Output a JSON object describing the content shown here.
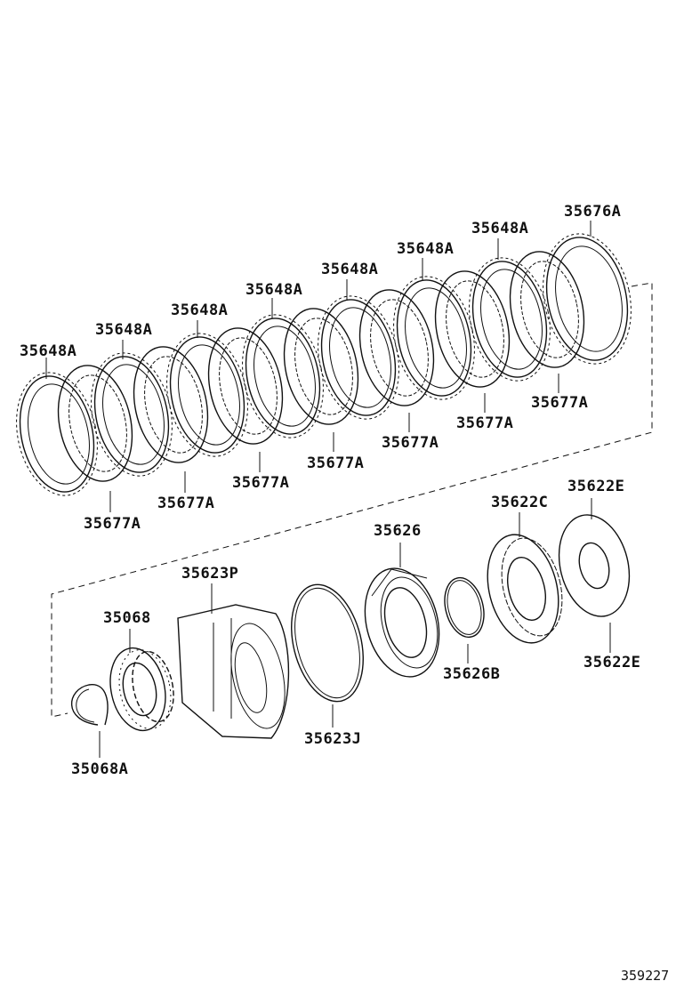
{
  "diagram": {
    "id": "359227",
    "labels": {
      "l_35648a_1": "35648A",
      "l_35648a_2": "35648A",
      "l_35648a_3": "35648A",
      "l_35648a_4": "35648A",
      "l_35648a_5": "35648A",
      "l_35648a_6": "35648A",
      "l_35676a": "35676A",
      "l_35677a_1": "35677A",
      "l_35677a_2": "35677A",
      "l_35677a_3": "35677A",
      "l_35677a_4": "35677A",
      "l_35677a_5": "35677A",
      "l_35677a_6": "35677A",
      "l_35677a_7": "35677A",
      "l_35622e_top": "35622E",
      "l_35622c": "35622C",
      "l_35626": "35626",
      "l_35623p": "35623P",
      "l_35068": "35068",
      "l_35626b": "35626B",
      "l_35622e_bot": "35622E",
      "l_35623j": "35623J",
      "l_35068a": "35068A"
    }
  }
}
